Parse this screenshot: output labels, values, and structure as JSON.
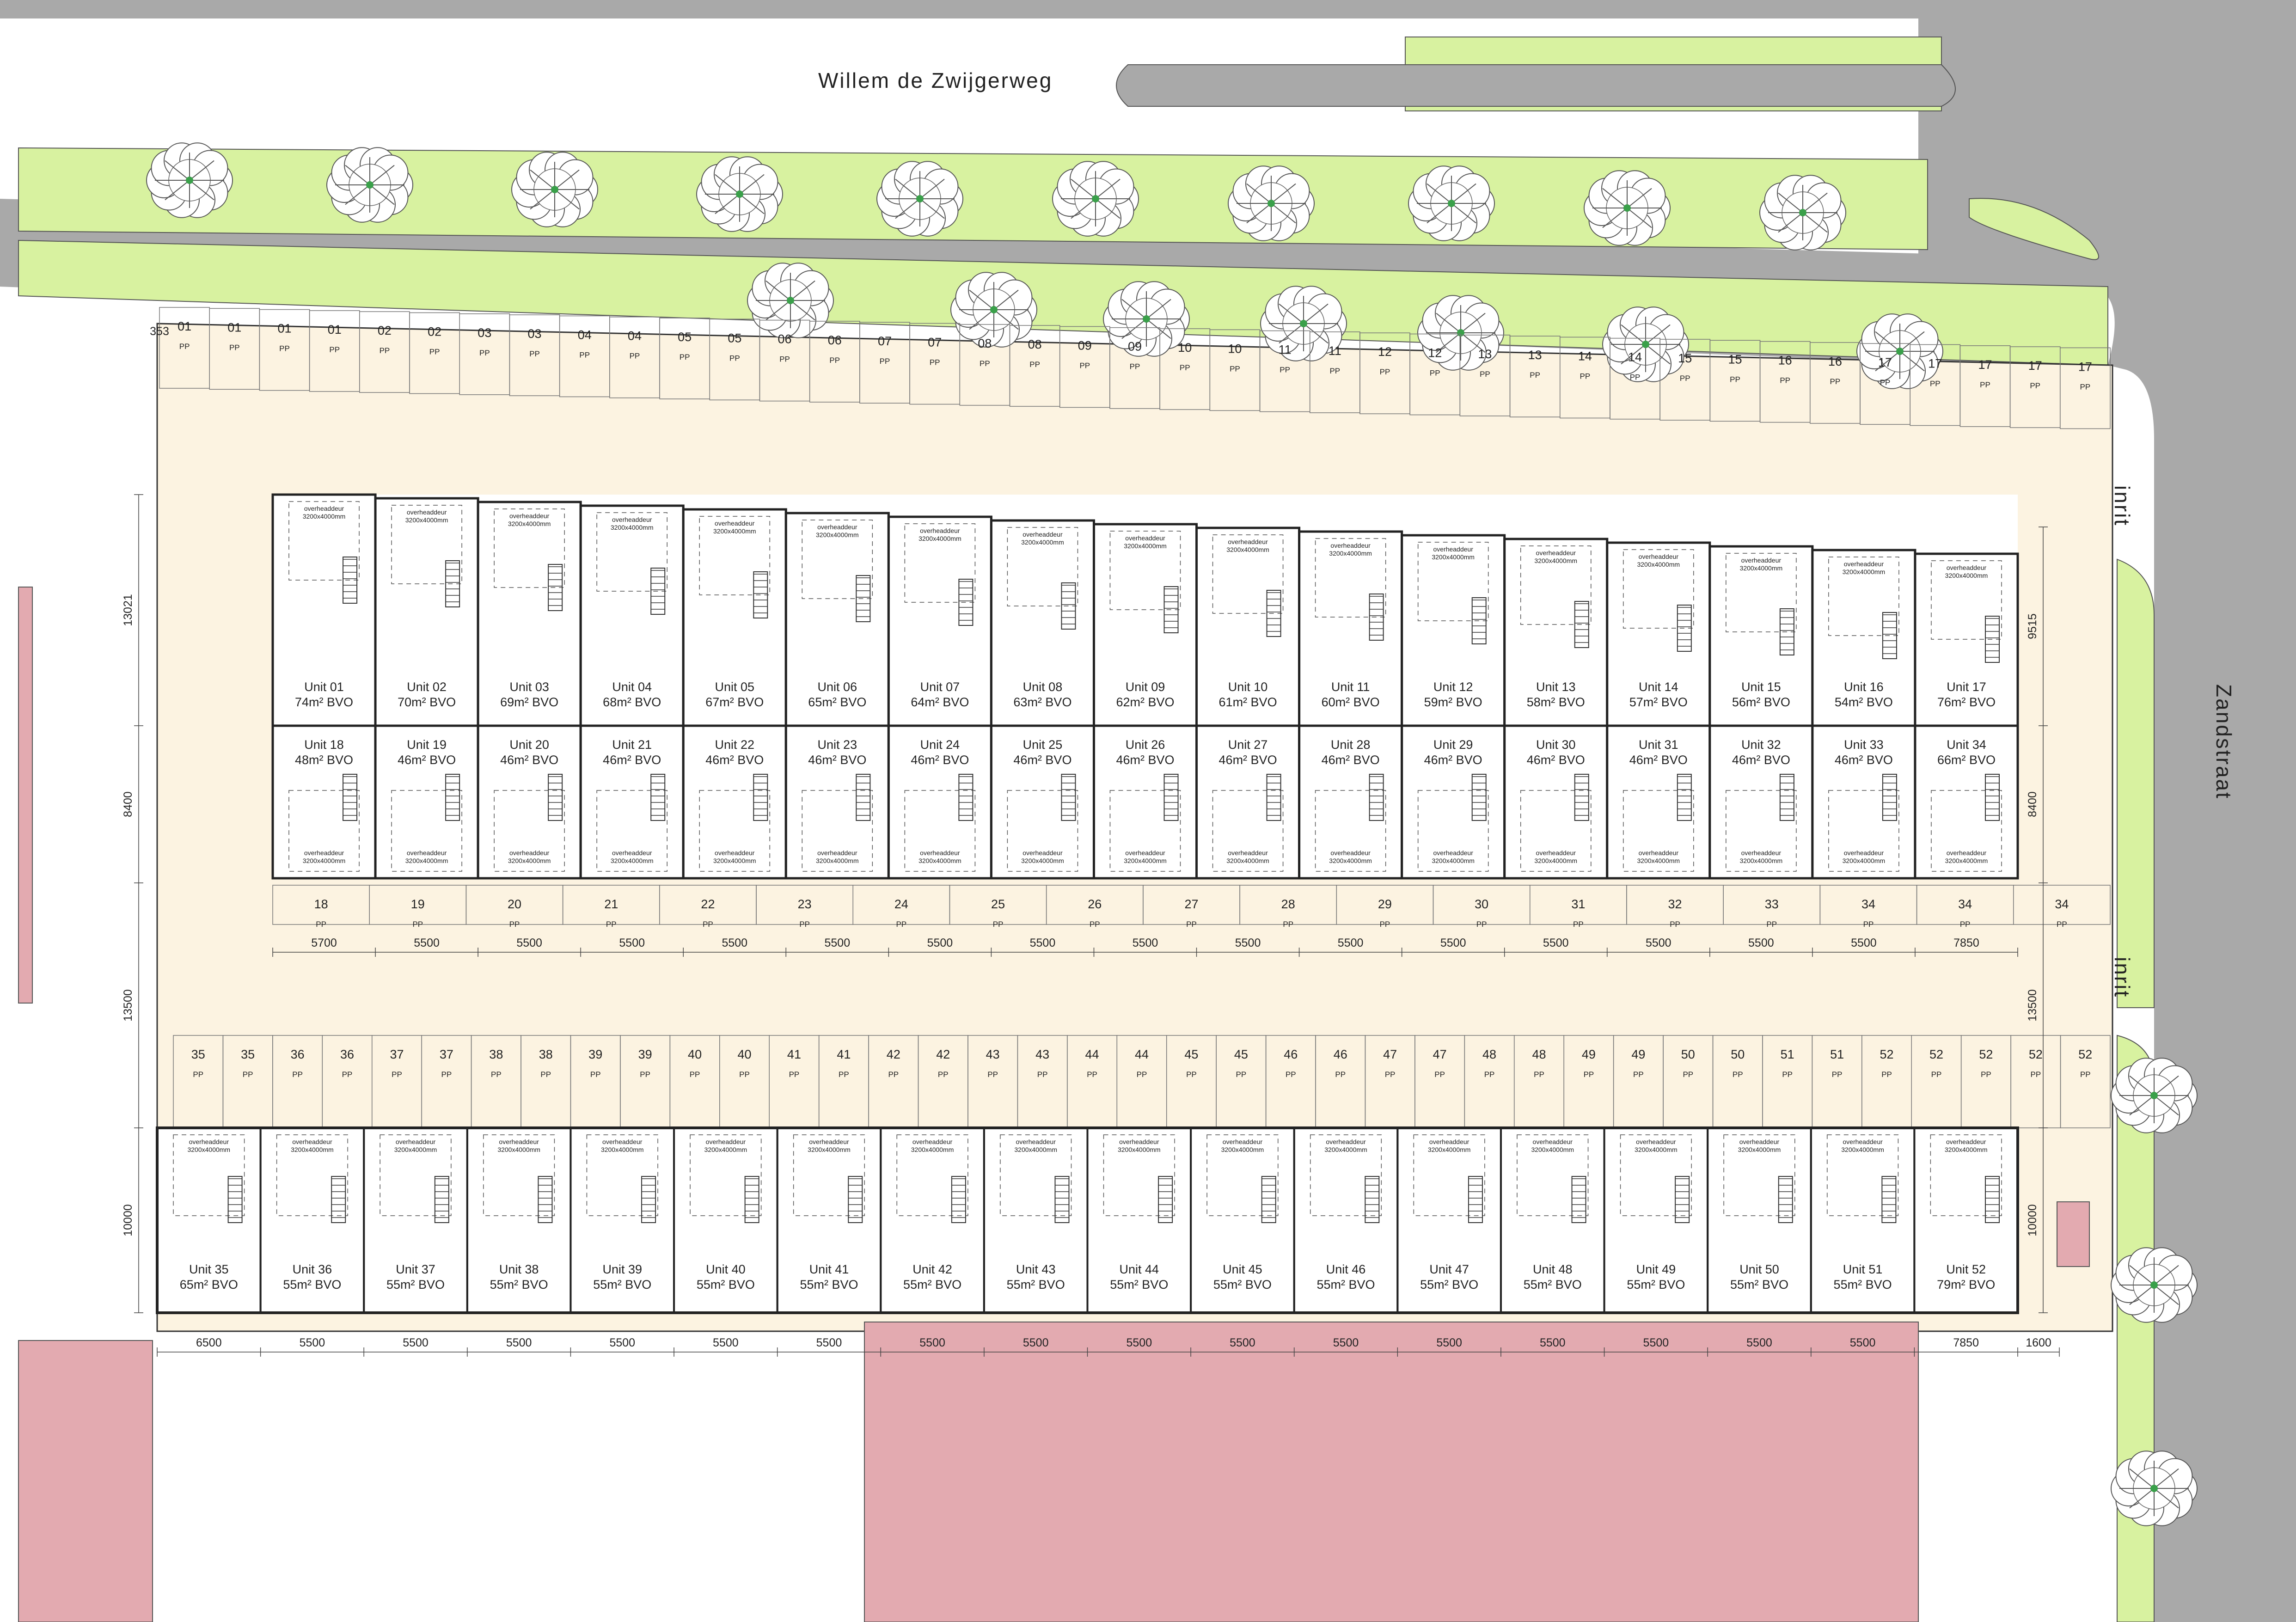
{
  "streets": {
    "north": "Willem de Zwijgerweg",
    "east": "Zandstraat",
    "entrance_label": "inrit"
  },
  "colors": {
    "road": "#a9a9a9",
    "grass": "#d8f2a0",
    "site": "#fcf3e1",
    "neighbour": "#e3aab0",
    "lines": "#333333"
  },
  "labels": {
    "door": "overheaddeur",
    "door_size": "3200x4000mm",
    "parking": "PP"
  },
  "blocks": {
    "north_upper": [
      {
        "unit": "Unit 01",
        "area": "74m² BVO"
      },
      {
        "unit": "Unit 02",
        "area": "70m² BVO"
      },
      {
        "unit": "Unit 03",
        "area": "69m² BVO"
      },
      {
        "unit": "Unit 04",
        "area": "68m² BVO"
      },
      {
        "unit": "Unit 05",
        "area": "67m² BVO"
      },
      {
        "unit": "Unit 06",
        "area": "65m² BVO"
      },
      {
        "unit": "Unit 07",
        "area": "64m² BVO"
      },
      {
        "unit": "Unit 08",
        "area": "63m² BVO"
      },
      {
        "unit": "Unit 09",
        "area": "62m² BVO"
      },
      {
        "unit": "Unit 10",
        "area": "61m² BVO"
      },
      {
        "unit": "Unit 11",
        "area": "60m² BVO"
      },
      {
        "unit": "Unit 12",
        "area": "59m² BVO"
      },
      {
        "unit": "Unit 13",
        "area": "58m² BVO"
      },
      {
        "unit": "Unit 14",
        "area": "57m² BVO"
      },
      {
        "unit": "Unit 15",
        "area": "56m² BVO"
      },
      {
        "unit": "Unit 16",
        "area": "54m² BVO"
      },
      {
        "unit": "Unit 17",
        "area": "76m² BVO"
      }
    ],
    "north_lower": [
      {
        "unit": "Unit 18",
        "area": "48m² BVO"
      },
      {
        "unit": "Unit 19",
        "area": "46m² BVO"
      },
      {
        "unit": "Unit 20",
        "area": "46m² BVO"
      },
      {
        "unit": "Unit 21",
        "area": "46m² BVO"
      },
      {
        "unit": "Unit 22",
        "area": "46m² BVO"
      },
      {
        "unit": "Unit 23",
        "area": "46m² BVO"
      },
      {
        "unit": "Unit 24",
        "area": "46m² BVO"
      },
      {
        "unit": "Unit 25",
        "area": "46m² BVO"
      },
      {
        "unit": "Unit 26",
        "area": "46m² BVO"
      },
      {
        "unit": "Unit 27",
        "area": "46m² BVO"
      },
      {
        "unit": "Unit 28",
        "area": "46m² BVO"
      },
      {
        "unit": "Unit 29",
        "area": "46m² BVO"
      },
      {
        "unit": "Unit 30",
        "area": "46m² BVO"
      },
      {
        "unit": "Unit 31",
        "area": "46m² BVO"
      },
      {
        "unit": "Unit 32",
        "area": "46m² BVO"
      },
      {
        "unit": "Unit 33",
        "area": "46m² BVO"
      },
      {
        "unit": "Unit 34",
        "area": "66m² BVO"
      }
    ],
    "south": [
      {
        "unit": "Unit 35",
        "area": "65m² BVO"
      },
      {
        "unit": "Unit 36",
        "area": "55m² BVO"
      },
      {
        "unit": "Unit 37",
        "area": "55m² BVO"
      },
      {
        "unit": "Unit 38",
        "area": "55m² BVO"
      },
      {
        "unit": "Unit 39",
        "area": "55m² BVO"
      },
      {
        "unit": "Unit 40",
        "area": "55m² BVO"
      },
      {
        "unit": "Unit 41",
        "area": "55m² BVO"
      },
      {
        "unit": "Unit 42",
        "area": "55m² BVO"
      },
      {
        "unit": "Unit 43",
        "area": "55m² BVO"
      },
      {
        "unit": "Unit 44",
        "area": "55m² BVO"
      },
      {
        "unit": "Unit 45",
        "area": "55m² BVO"
      },
      {
        "unit": "Unit 46",
        "area": "55m² BVO"
      },
      {
        "unit": "Unit 47",
        "area": "55m² BVO"
      },
      {
        "unit": "Unit 48",
        "area": "55m² BVO"
      },
      {
        "unit": "Unit 49",
        "area": "55m² BVO"
      },
      {
        "unit": "Unit 50",
        "area": "55m² BVO"
      },
      {
        "unit": "Unit 51",
        "area": "55m² BVO"
      },
      {
        "unit": "Unit 52",
        "area": "79m² BVO"
      }
    ]
  },
  "parking": {
    "row1": [
      "01",
      "01",
      "01",
      "01",
      "02",
      "02",
      "03",
      "03",
      "04",
      "04",
      "05",
      "05",
      "06",
      "06",
      "07",
      "07",
      "08",
      "08",
      "09",
      "09",
      "10",
      "10",
      "11",
      "11",
      "12",
      "12",
      "13",
      "13",
      "14",
      "14",
      "15",
      "15",
      "16",
      "16",
      "17",
      "17",
      "17",
      "17",
      "17"
    ],
    "row2": [
      "18",
      "19",
      "20",
      "21",
      "22",
      "23",
      "24",
      "25",
      "26",
      "27",
      "28",
      "29",
      "30",
      "31",
      "32",
      "33",
      "34",
      "34",
      "34"
    ],
    "row3": [
      "35",
      "35",
      "36",
      "36",
      "37",
      "37",
      "38",
      "38",
      "39",
      "39",
      "40",
      "40",
      "41",
      "41",
      "42",
      "42",
      "43",
      "43",
      "44",
      "44",
      "45",
      "45",
      "46",
      "46",
      "47",
      "47",
      "48",
      "48",
      "49",
      "49",
      "50",
      "50",
      "51",
      "51",
      "52",
      "52",
      "52",
      "52",
      "52"
    ]
  },
  "dimensions": {
    "north_block": [
      "5700",
      "5500",
      "5500",
      "5500",
      "5500",
      "5500",
      "5500",
      "5500",
      "5500",
      "5500",
      "5500",
      "5500",
      "5500",
      "5500",
      "5500",
      "5500",
      "7850"
    ],
    "south_block": [
      "6500",
      "5500",
      "5500",
      "5500",
      "5500",
      "5500",
      "5500",
      "5500",
      "5500",
      "5500",
      "5500",
      "5500",
      "5500",
      "5500",
      "5500",
      "5500",
      "5500",
      "7850",
      "1600"
    ],
    "left_vertical": [
      "13021",
      "8400",
      "13500",
      "10000"
    ],
    "right_vertical": [
      "9515",
      "8400",
      "13500",
      "10000"
    ],
    "corner": "353"
  }
}
